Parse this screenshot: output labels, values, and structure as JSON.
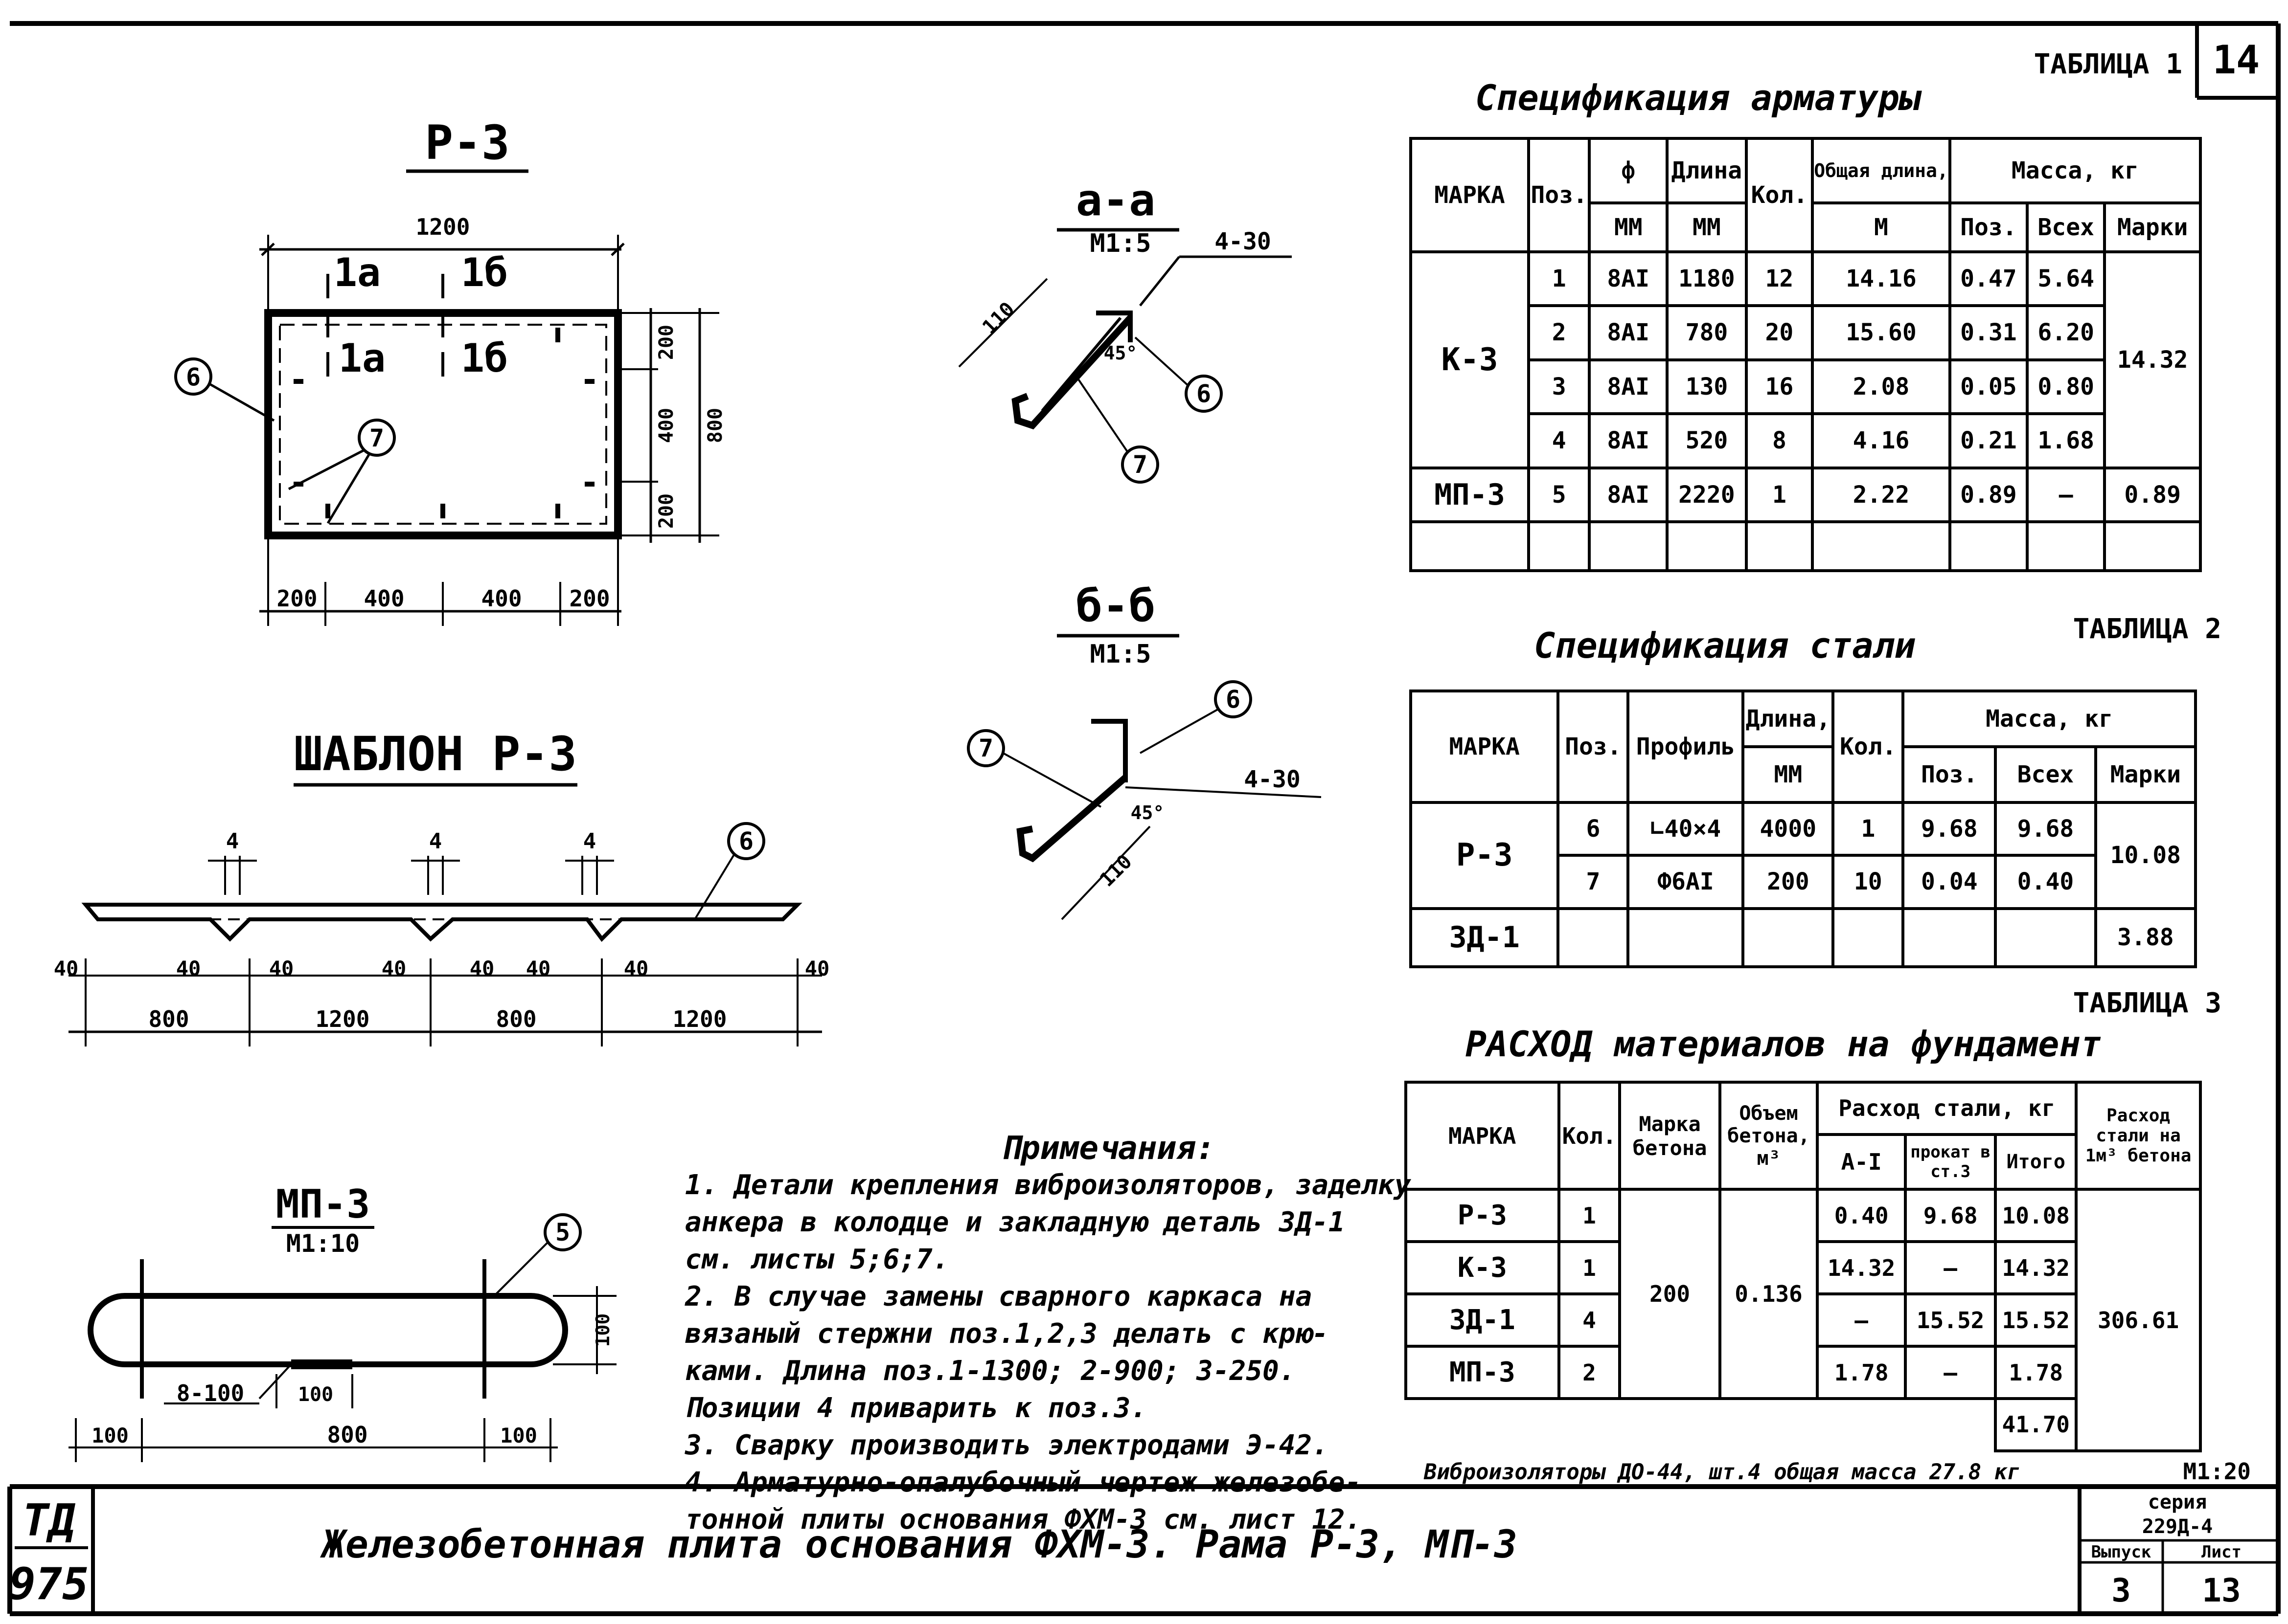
{
  "sheet_no": "14",
  "p3": {
    "title": "Р-3",
    "dim_total": "1200",
    "section_a": "1а",
    "section_b": "1б",
    "section_a_inner": "1а",
    "section_b_inner": "1б",
    "callout_6": "6",
    "callout_7": "7",
    "dims_bottom": [
      "200",
      "400",
      "400",
      "200"
    ],
    "dims_right": [
      "200",
      "400",
      "200"
    ],
    "dim_height": "800"
  },
  "section_aa": {
    "title": "а-а",
    "scale": "М1:5",
    "weld": "4-30",
    "len": "110",
    "angle": "45°",
    "c6": "6",
    "c7": "7"
  },
  "section_bb": {
    "title": "б-б",
    "scale": "М1:5",
    "weld": "4-30",
    "len": "110",
    "angle": "45°",
    "c6": "6",
    "c7": "7"
  },
  "template": {
    "title": "ШАБЛОН Р-3",
    "callout": "6",
    "top_dims": [
      "4",
      "4",
      "4"
    ],
    "small_dims": [
      "40",
      "40",
      "40",
      "40",
      "40",
      "40",
      "40",
      "40"
    ],
    "big_dims": [
      "800",
      "1200",
      "800",
      "1200"
    ]
  },
  "mp3": {
    "title": "МП-3",
    "scale": "М1:10",
    "callout": "5",
    "weld": "8-100",
    "dim_small": "100",
    "dims_bottom": [
      "100",
      "800",
      "100"
    ],
    "dim_height": "100"
  },
  "table1": {
    "label": "ТАБЛИЦА 1",
    "title": "Спецификация   арматуры",
    "headers": {
      "mark": "МАРКА",
      "pos": "Поз.",
      "diam": "ф",
      "diam_unit": "ММ",
      "length": "Длина",
      "length_unit": "ММ",
      "qty": "Кол.",
      "total_len": "Общая длина,",
      "total_len_unit": "М",
      "mass": "Масса, кг",
      "mass_pos": "Поз.",
      "mass_all": "Всех",
      "mass_mark": "Марки"
    },
    "rows": [
      {
        "pos": "1",
        "d": "8АI",
        "len": "1180",
        "qty": "12",
        "total": "14.16",
        "m_pos": "0.47",
        "m_all": "5.64"
      },
      {
        "pos": "2",
        "d": "8АI",
        "len": "780",
        "qty": "20",
        "total": "15.60",
        "m_pos": "0.31",
        "m_all": "6.20"
      },
      {
        "pos": "3",
        "d": "8АI",
        "len": "130",
        "qty": "16",
        "total": "2.08",
        "m_pos": "0.05",
        "m_all": "0.80"
      },
      {
        "pos": "4",
        "d": "8АI",
        "len": "520",
        "qty": "8",
        "total": "4.16",
        "m_pos": "0.21",
        "m_all": "1.68"
      },
      {
        "pos": "5",
        "d": "8АI",
        "len": "2220",
        "qty": "1",
        "total": "2.22",
        "m_pos": "0.89",
        "m_all": "—"
      }
    ],
    "k3_mark": "К-3",
    "k3_mass": "14.32",
    "mp3_mark": "МП-3",
    "mp3_mass": "0.89"
  },
  "table2": {
    "label": "ТАБЛИЦА 2",
    "title": "Спецификация   стали",
    "headers": {
      "mark": "МАРКА",
      "pos": "Поз.",
      "profile": "Профиль",
      "length": "Длина,",
      "length_unit": "ММ",
      "qty": "Кол.",
      "mass": "Масса, кг",
      "mass_pos": "Поз.",
      "mass_all": "Всех",
      "mass_mark": "Марки"
    },
    "rows": [
      {
        "pos": "6",
        "profile": "∟40×4",
        "len": "4000",
        "qty": "1",
        "m_pos": "9.68",
        "m_all": "9.68"
      },
      {
        "pos": "7",
        "profile": "Ф6АI",
        "len": "200",
        "qty": "10",
        "m_pos": "0.04",
        "m_all": "0.40"
      }
    ],
    "p3_mark": "Р-3",
    "p3_mass": "10.08",
    "zd_mark": "ЗД-1",
    "zd_mass": "3.88"
  },
  "table3": {
    "label": "ТАБЛИЦА 3",
    "title": "РАСХОД   материалов   на   фундамент",
    "headers": {
      "mark": "МАРКА",
      "qty": "Кол.",
      "concrete_mark": "Марка бетона",
      "concrete_vol": "Объем бетона, м³",
      "steel": "Расход стали, кг",
      "ai": "А-I",
      "rolled": "прокат в ст.3",
      "total": "Итого",
      "per_m3": "Расход стали на 1м³ бетона"
    },
    "rows": [
      {
        "mark": "Р-3",
        "qty": "1",
        "ai": "0.40",
        "rolled": "9.68",
        "total": "10.08"
      },
      {
        "mark": "К-3",
        "qty": "1",
        "ai": "14.32",
        "rolled": "—",
        "total": "14.32"
      },
      {
        "mark": "ЗД-1",
        "qty": "4",
        "ai": "—",
        "rolled": "15.52",
        "total": "15.52"
      },
      {
        "mark": "МП-3",
        "qty": "2",
        "ai": "1.78",
        "rolled": "—",
        "total": "1.78"
      }
    ],
    "concrete_mark_val": "200",
    "concrete_vol_val": "0.136",
    "per_m3_val": "306.61",
    "grand_total": "41.70",
    "footer": "Виброизоляторы  ДО-44, шт.4 общая масса 27.8 кг",
    "scale": "М1:20"
  },
  "notes": {
    "title": "Примечания:",
    "lines": [
      "1. Детали крепления виброизоляторов, заделку",
      "   анкера в колодце и закладную деталь ЗД-1",
      "   см. листы 5;6;7.",
      "2. В случае замены сварного каркаса на",
      "   вязаный стержни поз.1,2,3 делать с крю-",
      "   ками. Длина поз.1-1300; 2-900; 3-250.",
      "   Позиции 4 приварить к поз.3.",
      "3. Сварку производить электродами Э-42.",
      "4. Арматурно-опалубочный чертеж железобе-",
      "   тонной плиты основания ФХМ-3 см. лист 12."
    ]
  },
  "title_block": {
    "code_top": "ТД",
    "code_bottom": "975",
    "title": "Железобетонная   плита   основания   ФХМ-3.   Рама   Р-3,   МП-3",
    "series_label": "серия",
    "series": "229Д-4",
    "issue_label": "Выпуск",
    "issue": "3",
    "sheet_label": "Лист",
    "sheet": "13"
  }
}
